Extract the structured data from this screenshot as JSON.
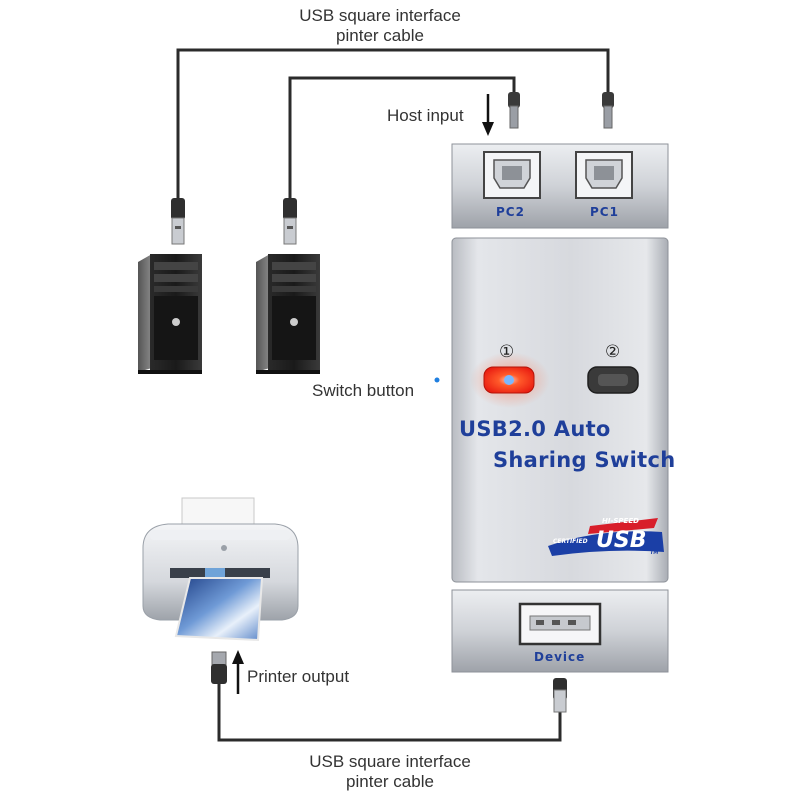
{
  "labels": {
    "top_cable_line1": "USB square interface",
    "top_cable_line2": "pinter cable",
    "host_input": "Host input",
    "switch_button": "Switch button",
    "printer_output": "Printer output",
    "bottom_cable_line1": "USB square interface",
    "bottom_cable_line2": "pinter cable"
  },
  "switch_box": {
    "title_line1": "USB2.0 Auto",
    "title_line2": "Sharing Switch",
    "port_pc2": "PC2",
    "port_pc1": "PC1",
    "port_device": "Device",
    "led1_label": "①",
    "led2_label": "②",
    "led1_state": "on",
    "led2_state": "off",
    "badge_hispeed": "HI-SPEED",
    "badge_certified": "CERTIFIED",
    "badge_usb": "USB",
    "badge_tm": "TM"
  },
  "colors": {
    "title_blue": "#1f3f9a",
    "led_on": "#ff3b1f",
    "led_off": "#3a3a3a",
    "cable": "#2b2b2b",
    "box_silver": "#d9dbdf",
    "badge_red": "#d81e2a",
    "badge_blue": "#1b3fa6"
  }
}
